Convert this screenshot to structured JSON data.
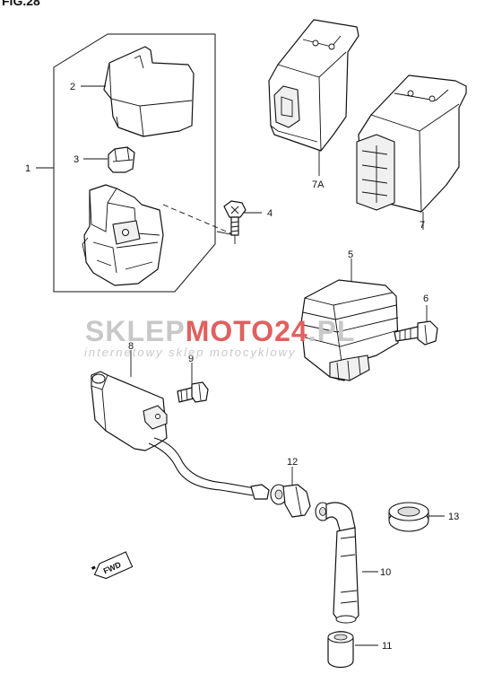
{
  "header": {
    "figure_label": "FIG.28"
  },
  "watermark": {
    "brand_part1": "SKLEP",
    "brand_part2": "MOTO",
    "brand_part3": "24",
    "brand_part4": ".PL",
    "tagline": "internetowy sklep motocyklowy",
    "colors": {
      "grey": "#c8c8c8",
      "red": "#e06060"
    }
  },
  "callouts": {
    "p1": "1",
    "p2": "2",
    "p3": "3",
    "p4": "4",
    "p5": "5",
    "p6": "6",
    "p7": "7",
    "p7a": "7A",
    "p8": "8",
    "p9": "9",
    "p10": "10",
    "p11": "11",
    "p12": "12",
    "p13": "13"
  },
  "direction_badge": {
    "label": "FWD",
    "icon": "forward-arrow-icon"
  }
}
